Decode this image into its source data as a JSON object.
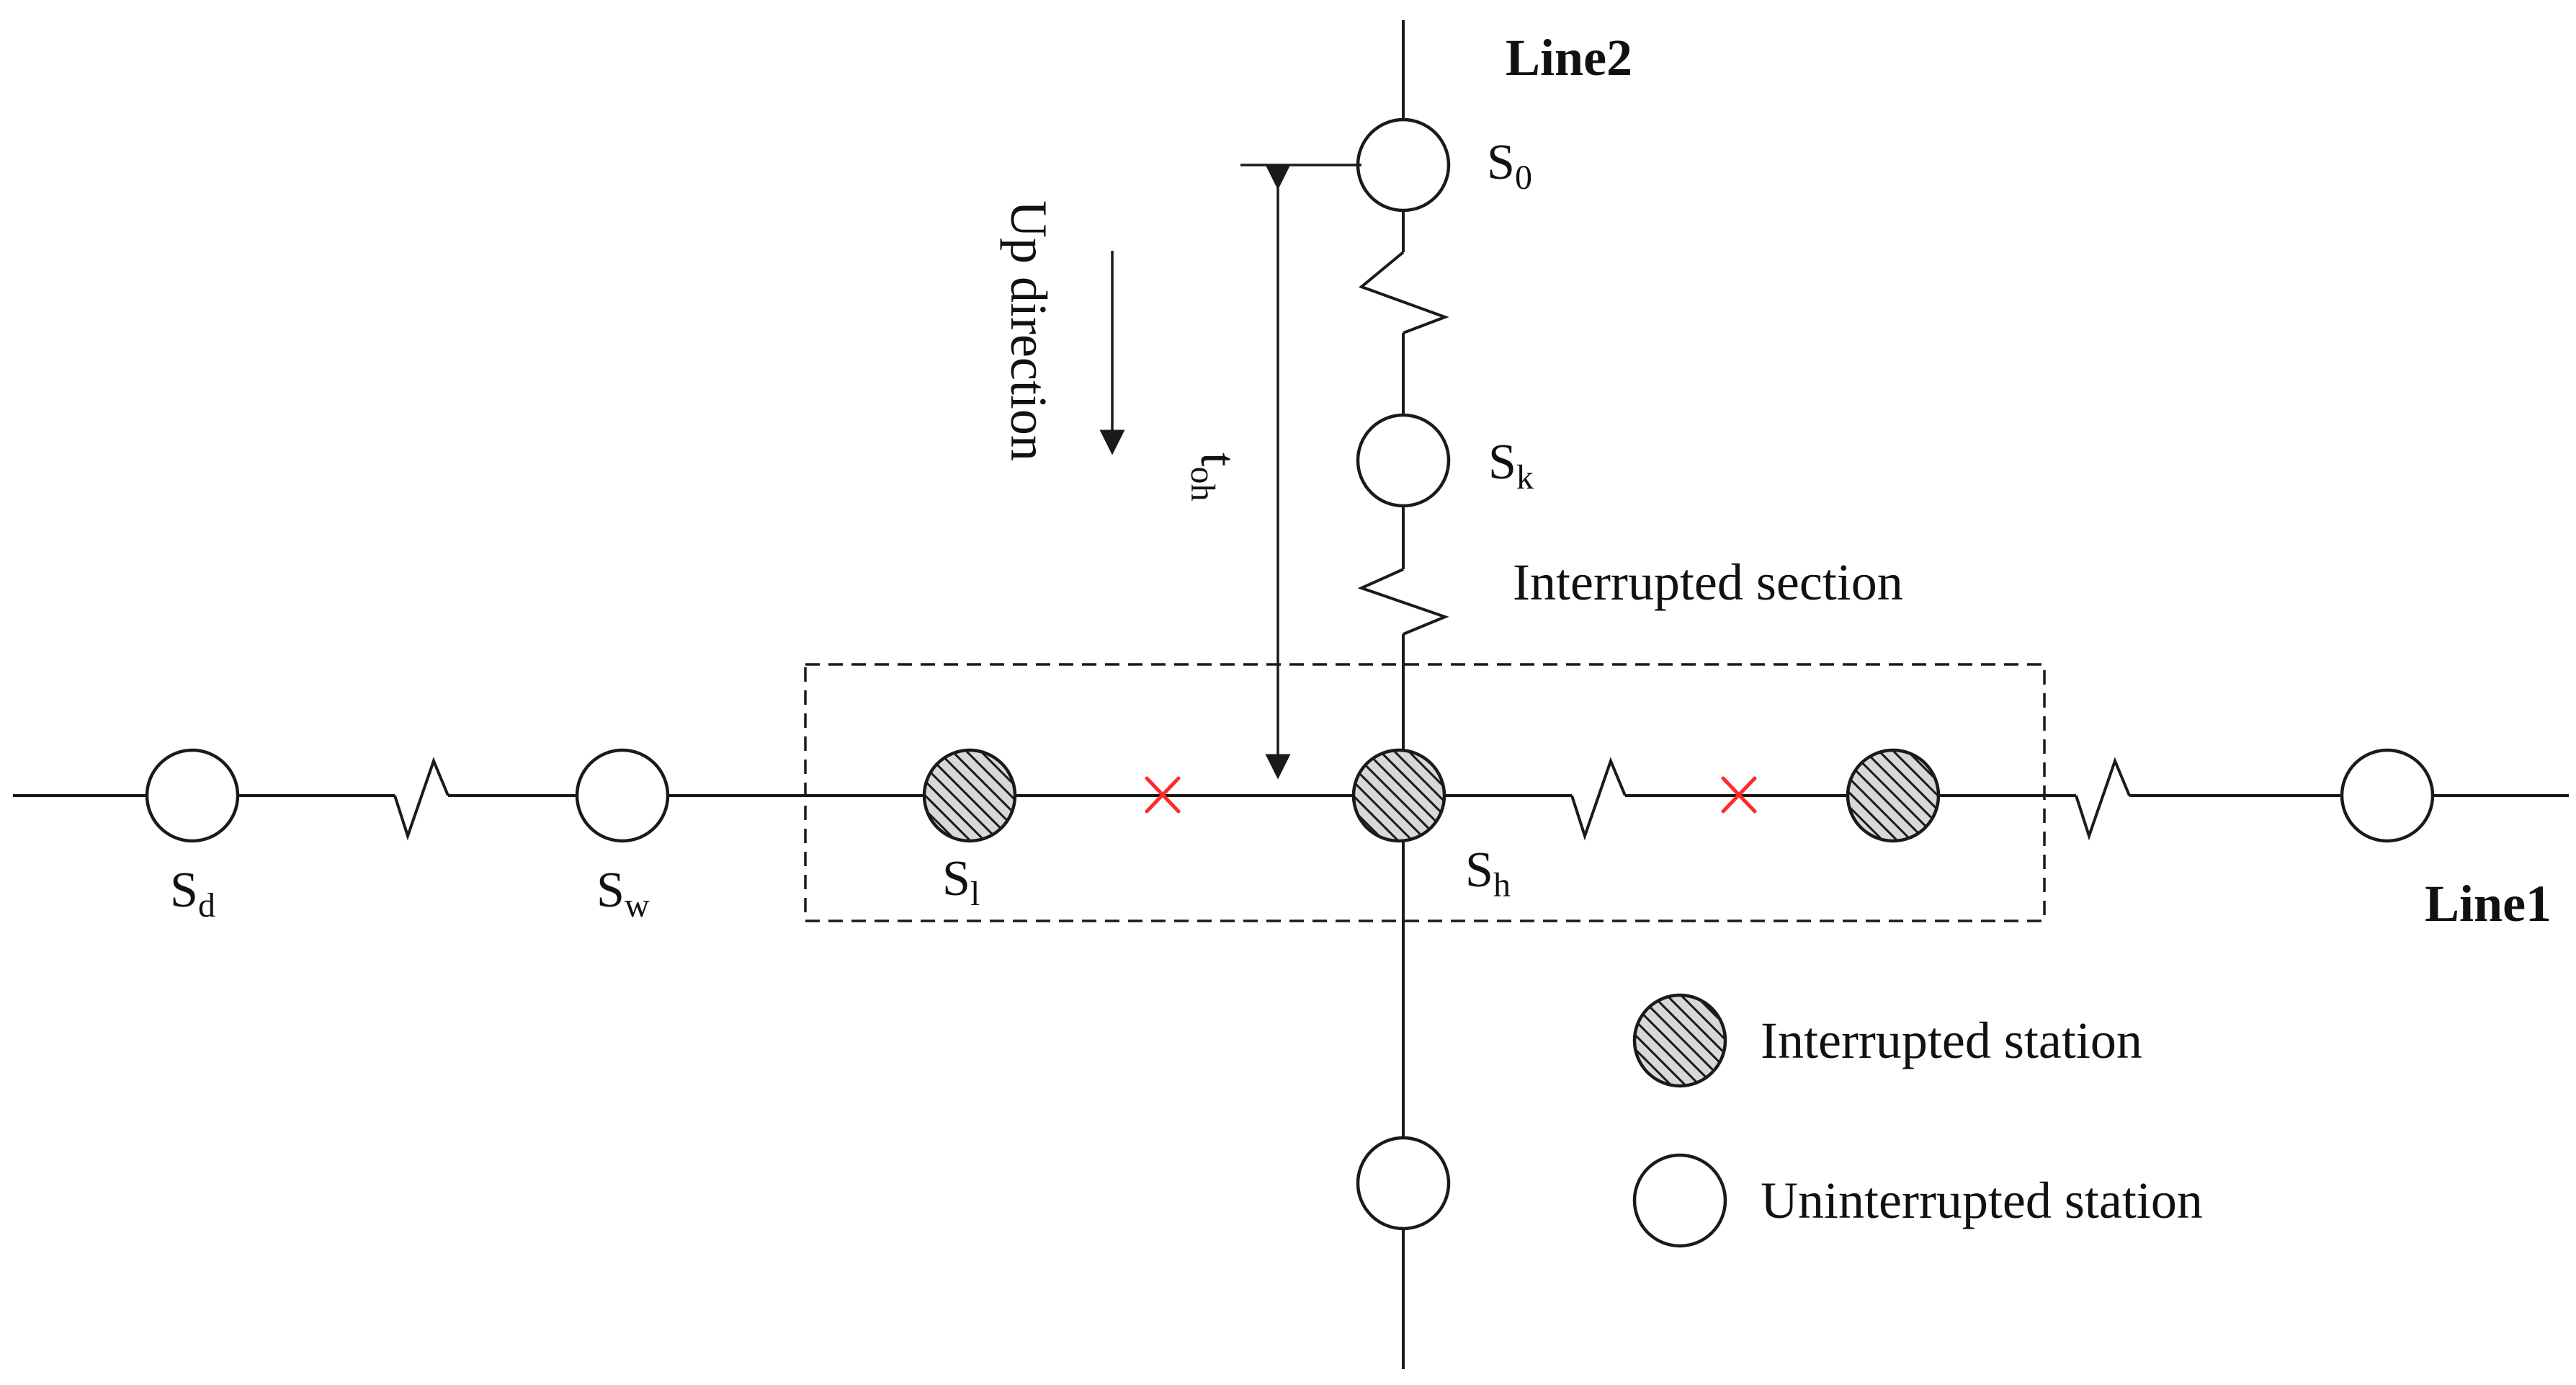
{
  "lines": {
    "line1_label": "Line1",
    "line2_label": "Line2"
  },
  "stations": {
    "s0": {
      "main": "S",
      "sub": "0"
    },
    "sk": {
      "main": "S",
      "sub": "k"
    },
    "sd": {
      "main": "S",
      "sub": "d"
    },
    "sw": {
      "main": "S",
      "sub": "w"
    },
    "sl": {
      "main": "S",
      "sub": "l"
    },
    "sh": {
      "main": "S",
      "sub": "h"
    }
  },
  "annotations": {
    "up_direction": "Up direction",
    "t_main": "t",
    "t_sub": "oh",
    "interrupted_section": "Interrupted section"
  },
  "legend": {
    "interrupted": "Interrupted station",
    "uninterrupted": "Uninterrupted station"
  },
  "colors": {
    "break_marker": "#ff2a2a",
    "line": "#1a1a1a"
  }
}
